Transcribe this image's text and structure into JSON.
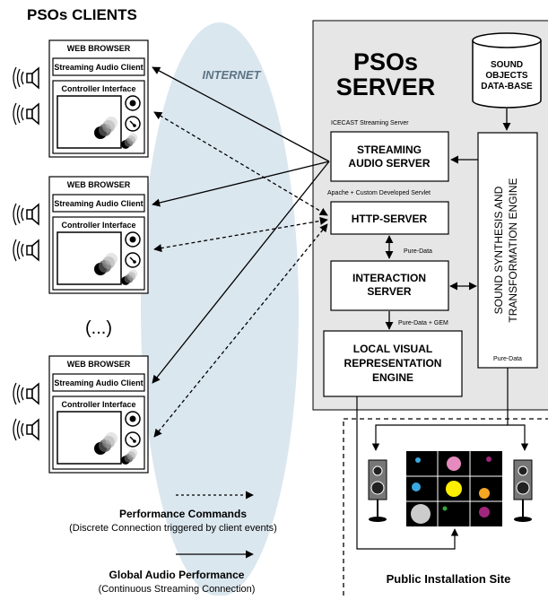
{
  "clients_title": "PSOs CLIENTS",
  "internet_label": "INTERNET",
  "server": {
    "title_line1": "PSOs",
    "title_line2": "SERVER"
  },
  "database": {
    "line1": "SOUND",
    "line2": "OBJECTS",
    "line3": "DATA-BASE"
  },
  "streaming": {
    "caption": "ICECAST Streaming Server",
    "line1": "STREAMING",
    "line2": "AUDIO SERVER"
  },
  "http": {
    "caption": "Apache + Custom Developed Servlet",
    "label": "HTTP-SERVER"
  },
  "puredata_label_1": "Pure-Data",
  "interaction": {
    "line1": "INTERACTION",
    "line2": "SERVER"
  },
  "puredata_gem_label": "Pure-Data + GEM",
  "visual": {
    "line1": "LOCAL VISUAL",
    "line2": "REPRESENTATION",
    "line3": "ENGINE"
  },
  "synthesis": {
    "line1": "SOUND SYNTHESIS AND",
    "line2": "TRANSFORMATION ENGINE"
  },
  "puredata_label_2": "Pure-Data",
  "client": {
    "browser_label": "WEB BROWSER",
    "streaming_label": "Streaming Audio Client",
    "controller_label": "Controller Interface"
  },
  "ellipsis": "(...)",
  "legend": {
    "commands_title": "Performance Commands",
    "commands_sub": "(Discrete Connection triggered by client events)",
    "audio_title": "Global Audio Performance",
    "audio_sub": "(Continuous Streaming Connection)"
  },
  "installation_label": "Public Installation Site",
  "colors": {
    "server_bg": "#e6e6e6",
    "internet": "#dbe7ef",
    "internet_text": "#5c7384",
    "grid_bg": "#000000",
    "dot_pink": "#e58bbd",
    "dot_yellow": "#ffee00",
    "dot_blue": "#3aa8e0",
    "dot_orange": "#f5a623",
    "dot_purple": "#a0267c",
    "dot_grey": "#cccccc",
    "dot_green": "#35a838"
  }
}
